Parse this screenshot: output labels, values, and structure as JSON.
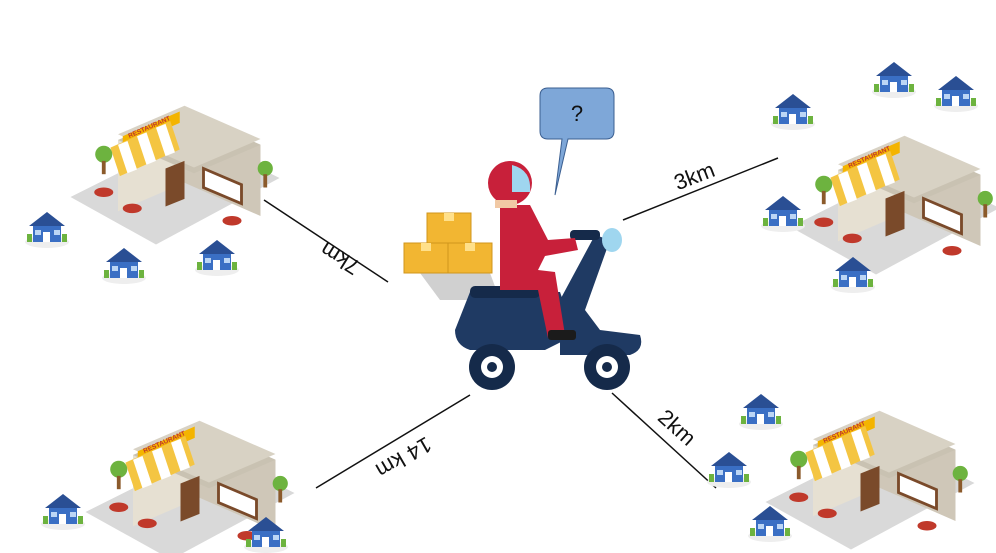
{
  "speech_bubble": {
    "text": "?"
  },
  "routes": [
    {
      "id": "top-left",
      "label": "7km"
    },
    {
      "id": "top-right",
      "label": "3km"
    },
    {
      "id": "bottom-left",
      "label": "14 km"
    },
    {
      "id": "bottom-right",
      "label": "2km"
    }
  ],
  "restaurant_sign": "RESTAURANT",
  "colors": {
    "rider_red": "#c8203a",
    "scooter_navy": "#1f3a63",
    "box_yellow": "#f2b632",
    "bubble_blue": "#7ea7d8",
    "awning_yellow": "#f4c542",
    "house_blue": "#3a6fc4"
  }
}
